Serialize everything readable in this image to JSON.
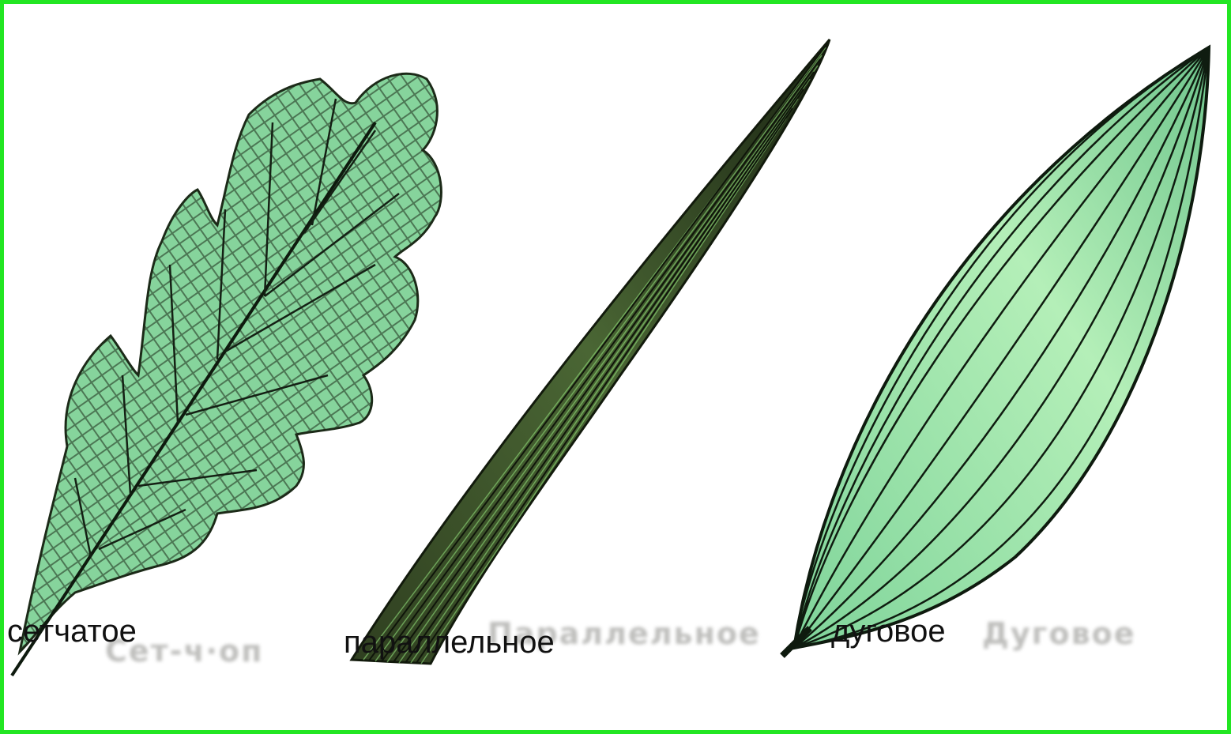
{
  "labels": {
    "reticulate": "сетчатое",
    "parallel": "параллельное",
    "arcuate": "дуговое"
  },
  "colors": {
    "frame_border": "#22e622",
    "leaf_fill_light": "#a8e8b0",
    "leaf_fill_mid": "#7fd49a",
    "leaf_fill_dark": "#3a5a2a",
    "vein": "#0e1a0e"
  }
}
